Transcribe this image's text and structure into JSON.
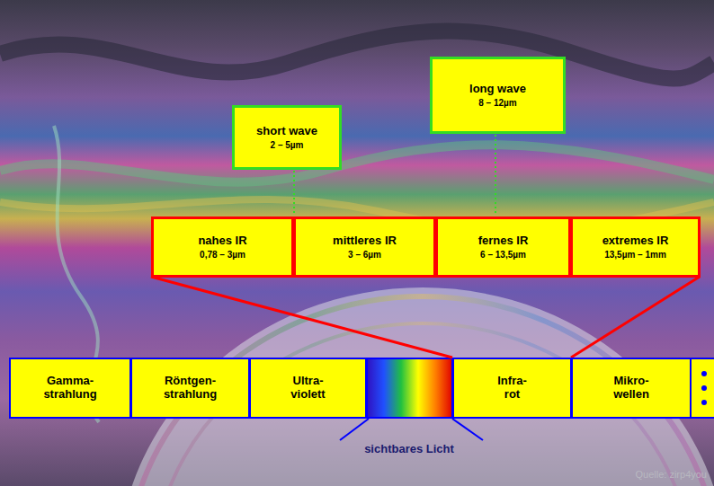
{
  "diagram": {
    "nodes": [
      {
        "text": [
          "short wave",
          "2 – 5µm"
        ]
      },
      {
        "text": [
          "long wave",
          "8 – 12µm"
        ]
      },
      {
        "text": [
          "nahes IR",
          "0,78 – 3µm"
        ]
      },
      {
        "text": [
          "mittleres IR",
          "3 – 6µm"
        ]
      },
      {
        "text": [
          "fernes IR",
          "6 – 13,5µm"
        ]
      },
      {
        "text": [
          "extremes IR",
          "13,5µm – 1mm"
        ]
      },
      {
        "text": [
          "Gamma- strahlung"
        ]
      },
      {
        "text": [
          "Röntgen- strahlung"
        ]
      },
      {
        "text": [
          "Ultra- violett"
        ]
      },
      {
        "text": [
          "Infra- rot"
        ]
      },
      {
        "text": [
          "Mikro- wellen"
        ]
      }
    ],
    "labels": [
      "sichtbares Licht",
      "Quelle: zirp4you"
    ]
  }
}
